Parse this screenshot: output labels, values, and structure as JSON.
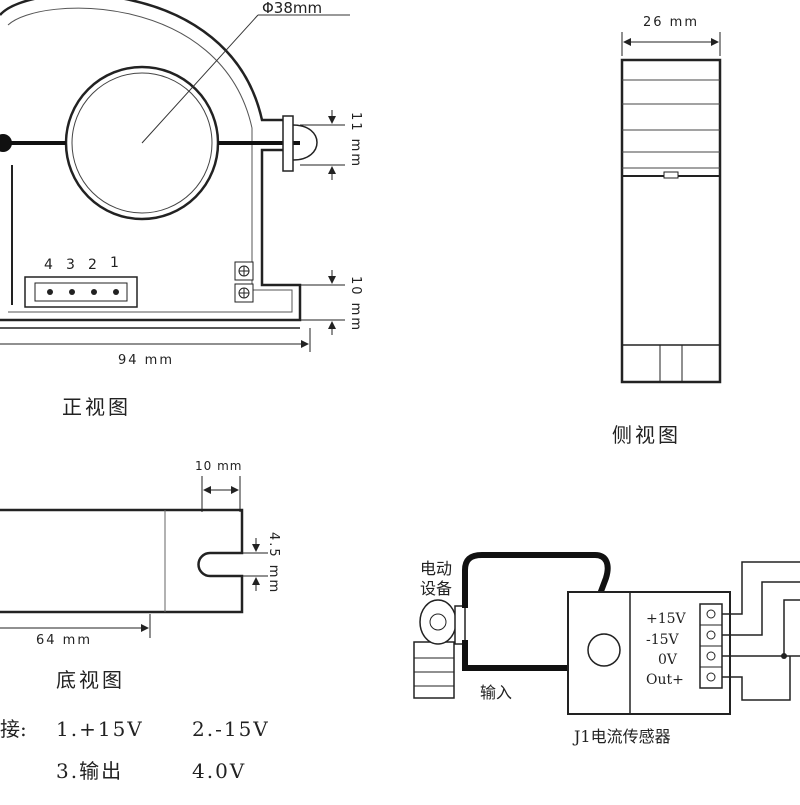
{
  "front_view": {
    "diameter_label": "Φ38mm",
    "dim_11": "11 mm",
    "dim_10": "10 mm",
    "dim_94": "94 mm",
    "pins": [
      "4",
      "3",
      "2",
      "1"
    ],
    "caption": "正视图"
  },
  "side_view": {
    "dim_26": "26 mm",
    "caption": "侧视图"
  },
  "bottom_view": {
    "dim_10": "10 mm",
    "dim_45": "4.5 mm",
    "dim_64": "64 mm",
    "caption": "底视图"
  },
  "wiring": {
    "device_label_1": "电动",
    "device_label_2": "设备",
    "input_label": "输入",
    "terminals": [
      "+15V",
      "-15V",
      "0V",
      "Out+"
    ],
    "sensor_label": "J1电流传感器"
  },
  "pin_notes": {
    "prefix": "接:",
    "p1": "1.+15V",
    "p2": "2.-15V",
    "p3": "3.输出",
    "p4": "4.0V"
  }
}
